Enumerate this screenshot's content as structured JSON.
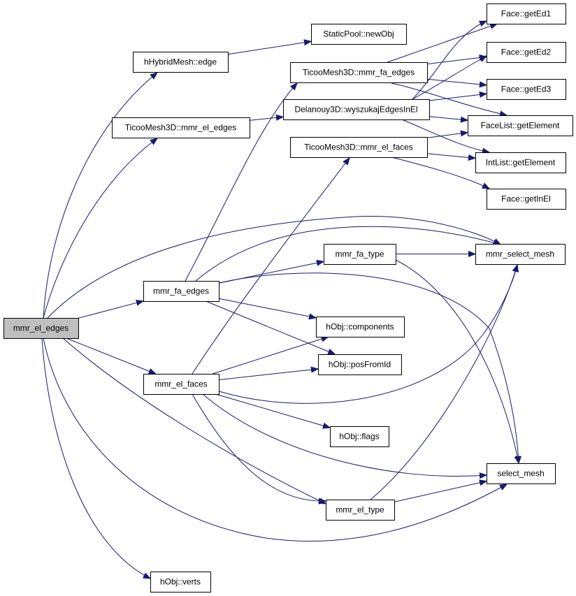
{
  "graph": {
    "root": "mmr_el_edges",
    "colors": {
      "edge": "#191970",
      "node_fill": "#ffffff",
      "root_fill": "#bfbfbf",
      "node_border": "#000000"
    },
    "nodes": [
      {
        "id": "n0",
        "label": "mmr_el_edges",
        "root": true
      },
      {
        "id": "n1",
        "label": "hHybridMesh::edge"
      },
      {
        "id": "n2",
        "label": "StaticPool::newObj"
      },
      {
        "id": "n3",
        "label": "TicooMesh3D::mmr_el_edges"
      },
      {
        "id": "n4",
        "label": "Delanouy3D::wyszukajEdgesInEl"
      },
      {
        "id": "n5",
        "label": "TicooMesh3D::mmr_fa_edges"
      },
      {
        "id": "n6",
        "label": "TicooMesh3D::mmr_el_faces"
      },
      {
        "id": "n7",
        "label": "Face::getEd1"
      },
      {
        "id": "n8",
        "label": "Face::getEd2"
      },
      {
        "id": "n9",
        "label": "Face::getEd3"
      },
      {
        "id": "n10",
        "label": "FaceList::getElement"
      },
      {
        "id": "n11",
        "label": "IntList::getElement"
      },
      {
        "id": "n12",
        "label": "Face::getInEl"
      },
      {
        "id": "n13",
        "label": "mmr_fa_edges"
      },
      {
        "id": "n14",
        "label": "mmr_fa_type"
      },
      {
        "id": "n15",
        "label": "mmr_select_mesh"
      },
      {
        "id": "n16",
        "label": "hObj::components"
      },
      {
        "id": "n17",
        "label": "hObj::posFromId"
      },
      {
        "id": "n18",
        "label": "mmr_el_faces"
      },
      {
        "id": "n19",
        "label": "hObj::flags"
      },
      {
        "id": "n20",
        "label": "select_mesh"
      },
      {
        "id": "n21",
        "label": "mmr_el_type"
      },
      {
        "id": "n22",
        "label": "hObj::verts"
      }
    ],
    "edges": [
      {
        "from": "n0",
        "to": "n1"
      },
      {
        "from": "n0",
        "to": "n3"
      },
      {
        "from": "n0",
        "to": "n15"
      },
      {
        "from": "n0",
        "to": "n13"
      },
      {
        "from": "n0",
        "to": "n18"
      },
      {
        "from": "n0",
        "to": "n21"
      },
      {
        "from": "n0",
        "to": "n20"
      },
      {
        "from": "n0",
        "to": "n22"
      },
      {
        "from": "n1",
        "to": "n2"
      },
      {
        "from": "n3",
        "to": "n4"
      },
      {
        "from": "n4",
        "to": "n7"
      },
      {
        "from": "n4",
        "to": "n8"
      },
      {
        "from": "n4",
        "to": "n9"
      },
      {
        "from": "n4",
        "to": "n10"
      },
      {
        "from": "n4",
        "to": "n11"
      },
      {
        "from": "n5",
        "to": "n7"
      },
      {
        "from": "n5",
        "to": "n8"
      },
      {
        "from": "n5",
        "to": "n9"
      },
      {
        "from": "n5",
        "to": "n10"
      },
      {
        "from": "n6",
        "to": "n10"
      },
      {
        "from": "n6",
        "to": "n11"
      },
      {
        "from": "n6",
        "to": "n12"
      },
      {
        "from": "n13",
        "to": "n5"
      },
      {
        "from": "n13",
        "to": "n14"
      },
      {
        "from": "n13",
        "to": "n15"
      },
      {
        "from": "n13",
        "to": "n16"
      },
      {
        "from": "n13",
        "to": "n17"
      },
      {
        "from": "n13",
        "to": "n20"
      },
      {
        "from": "n14",
        "to": "n15"
      },
      {
        "from": "n14",
        "to": "n20"
      },
      {
        "from": "n18",
        "to": "n6"
      },
      {
        "from": "n18",
        "to": "n16"
      },
      {
        "from": "n18",
        "to": "n17"
      },
      {
        "from": "n18",
        "to": "n15"
      },
      {
        "from": "n18",
        "to": "n19"
      },
      {
        "from": "n18",
        "to": "n20"
      },
      {
        "from": "n18",
        "to": "n21"
      },
      {
        "from": "n21",
        "to": "n15"
      },
      {
        "from": "n21",
        "to": "n20"
      }
    ]
  }
}
